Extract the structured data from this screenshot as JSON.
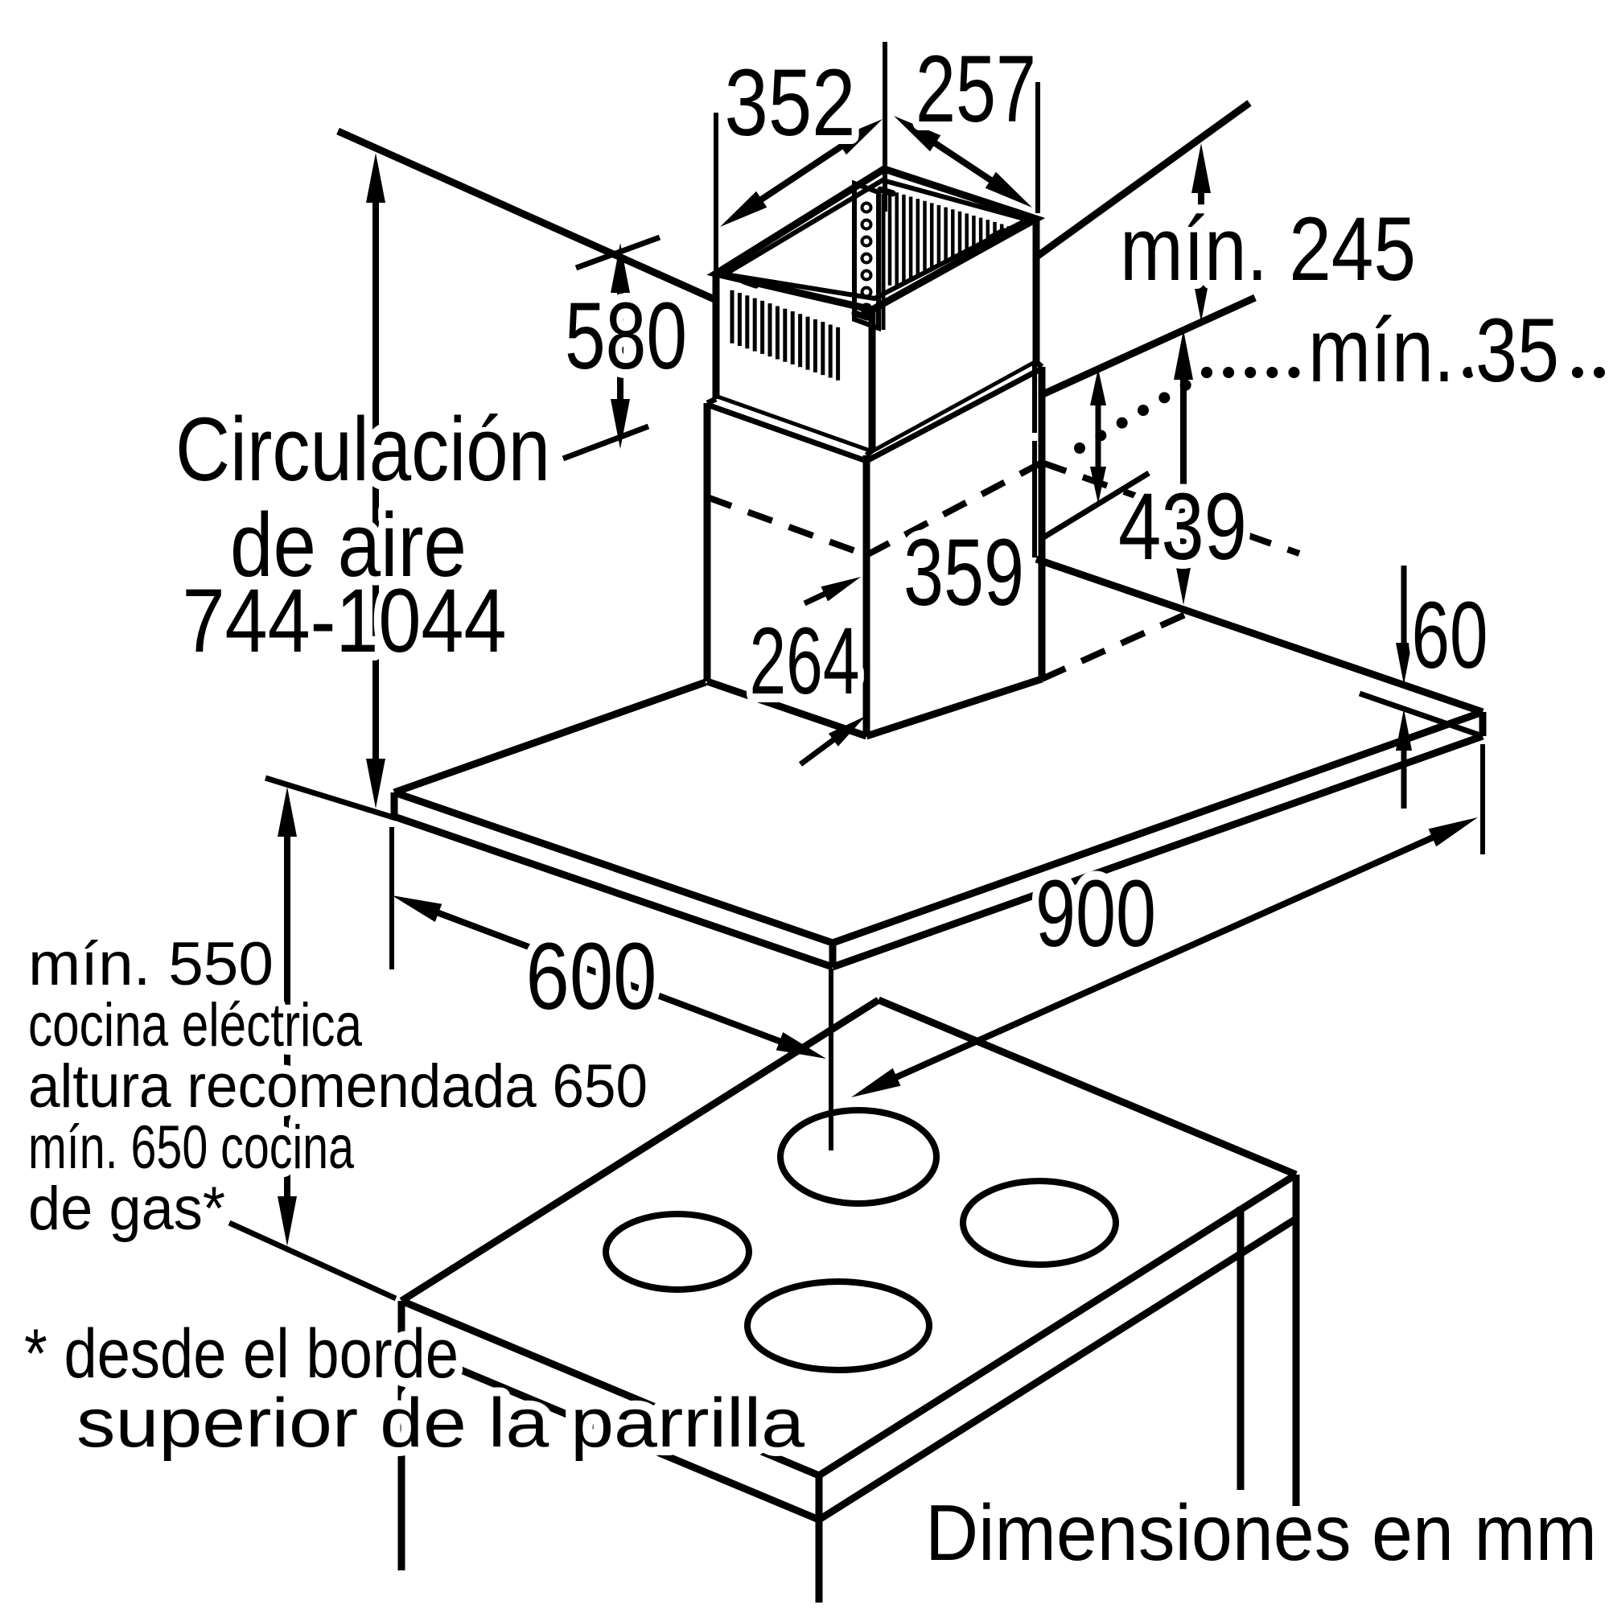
{
  "diagram": {
    "units_note": "Dimensiones en mm",
    "footnote": {
      "line1": "* desde el borde",
      "line2": "superior de la parrilla"
    },
    "air_circulation": {
      "line1": "Circulación",
      "line2": "de aire",
      "range": "744-1044"
    },
    "clearance_block": {
      "line1": "mín. 550",
      "line2": "cocina eléctrica",
      "line3": "altura recomendada 650",
      "line4": "mín. 650 cocina",
      "line5": "de gas*"
    },
    "dims": {
      "duct_top_left": "352",
      "duct_top_right": "257",
      "ceiling_clearance": "mín. 245",
      "overlap_min": "mín. 35",
      "upper_section_height": "580",
      "lower_section_height": "439",
      "mid_level": "359",
      "base_depth": "264",
      "hood_thickness": "60",
      "hood_width": "600",
      "hood_length": "900"
    }
  }
}
